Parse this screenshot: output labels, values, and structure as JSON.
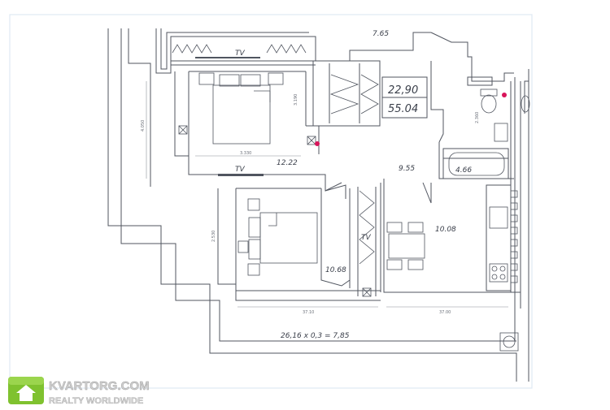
{
  "plan": {
    "total_area": "22,90",
    "living_area": "55.04",
    "top_dimension": "7.65",
    "rooms": {
      "bedroom_top": "12.22",
      "corridor": "9.55",
      "bathroom": "4.66",
      "kitchen": "10.08",
      "bedroom_bottom": "10.68"
    },
    "tv_labels": [
      "TV",
      "TV",
      "TV"
    ],
    "balcony_formula": "26,16 x 0,3 = 7,85",
    "small_dims": {
      "top_bed_width": "3.330",
      "top_bed_depth": "3.190",
      "left_wall": "4.050",
      "bath_height": "2.360",
      "bottom_bed_depth": "2.530",
      "bottom_width_left": "37.10",
      "bottom_width_right": "37.00"
    }
  },
  "watermark": {
    "brand": "KVARTORG.COM",
    "tagline": "REALTY WORLDWIDE"
  },
  "colors": {
    "wall": "#50555f",
    "accent_pink": "#d8145a",
    "watermark_green": "#7fc22f"
  }
}
